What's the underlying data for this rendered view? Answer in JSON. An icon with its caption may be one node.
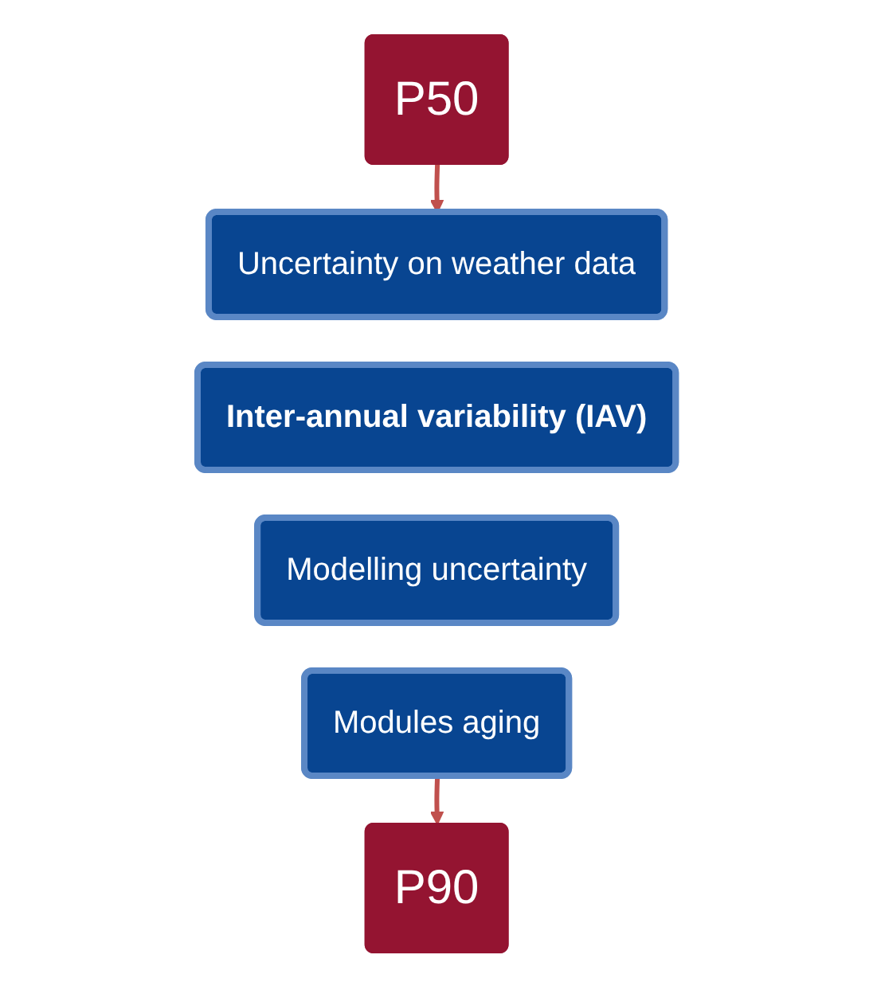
{
  "diagram": {
    "nodes": [
      {
        "text": [
          "P50"
        ]
      },
      {
        "text": [
          "Uncertainty on weather data"
        ]
      },
      {
        "text": [
          "Inter-annual variability (IAV)"
        ]
      },
      {
        "text": [
          "Modelling uncertainty"
        ]
      },
      {
        "text": [
          "Modules aging"
        ]
      },
      {
        "text": [
          "P90"
        ]
      }
    ],
    "edges": [
      {
        "from": 0,
        "to": 1,
        "arrow": "to"
      },
      {
        "from": 4,
        "to": 5,
        "arrow": "to"
      }
    ]
  }
}
